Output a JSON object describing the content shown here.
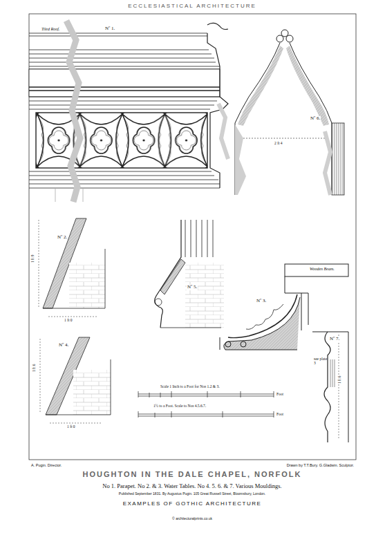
{
  "diagram": {
    "title": "HOUGHTON IN THE DALE CHAPEL, NORFOLK",
    "labels": [
      "ECCLESIASTICAL ARCHITECTURE",
      "Tiled Roof.",
      "Nº 1.",
      "Nº 6.",
      "2 ft 4",
      "Nº 2.",
      "1 ft 9",
      "1 ft 0",
      "Nº 5.",
      "Wooden Beam.",
      "Nº 3.",
      "Nº 4.",
      "1 ft 6",
      "1 ft 0",
      "Nº 7.",
      "see plate 3",
      "1 ft 6",
      "Scale 1 Inch to a Foot for Nos 1.2 & 3.",
      "Foot",
      "1½ to a Foot. Scale to Nos 4.5.6.7.",
      "Foot",
      "A. Pugin. Director.",
      "Drawn by T.T.Bury. G.Gladwin. Sculptor.",
      "No 1. Parapet. No 2. & 3. Water Tables. No 4. 5. 6. & 7. Various Mouldings.",
      "Published September 1831. By Augustus Pugin. 105 Great Russell Street, Bloomsbury, London.",
      "EXAMPLES OF GOTHIC ARCHITECTURE",
      "© architecturalprints.co.uk"
    ]
  }
}
